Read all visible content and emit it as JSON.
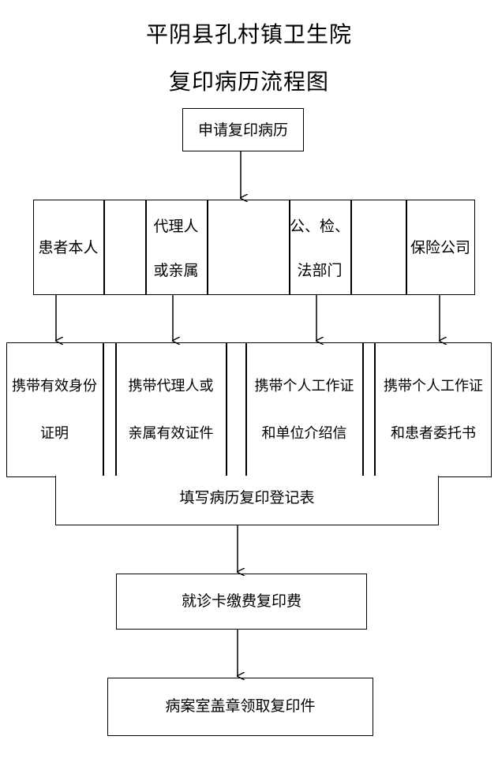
{
  "title_line1": "平阴县孔村镇卫生院",
  "title_line2": "复印病历流程图",
  "start": "申请复印病历",
  "applicants": {
    "self": "患者本人",
    "agent_l1": "代理人",
    "agent_l2": "或亲属",
    "police_l1": "公、检、",
    "police_l2": "法部门",
    "insurance": "保险公司"
  },
  "requirements": {
    "self_l1": "携带有效身份",
    "self_l2": "证明",
    "agent_l1": "携带代理人或",
    "agent_l2": "亲属有效证件",
    "police_l1": "携带个人工作证",
    "police_l2": "和单位介绍信",
    "insurance_l1": "携带个人工作证",
    "insurance_l2": "和患者委托书"
  },
  "step_fill_form": "填写病历复印登记表",
  "step_pay": "就诊卡缴费复印费",
  "step_stamp": "病案室盖章领取复印件"
}
